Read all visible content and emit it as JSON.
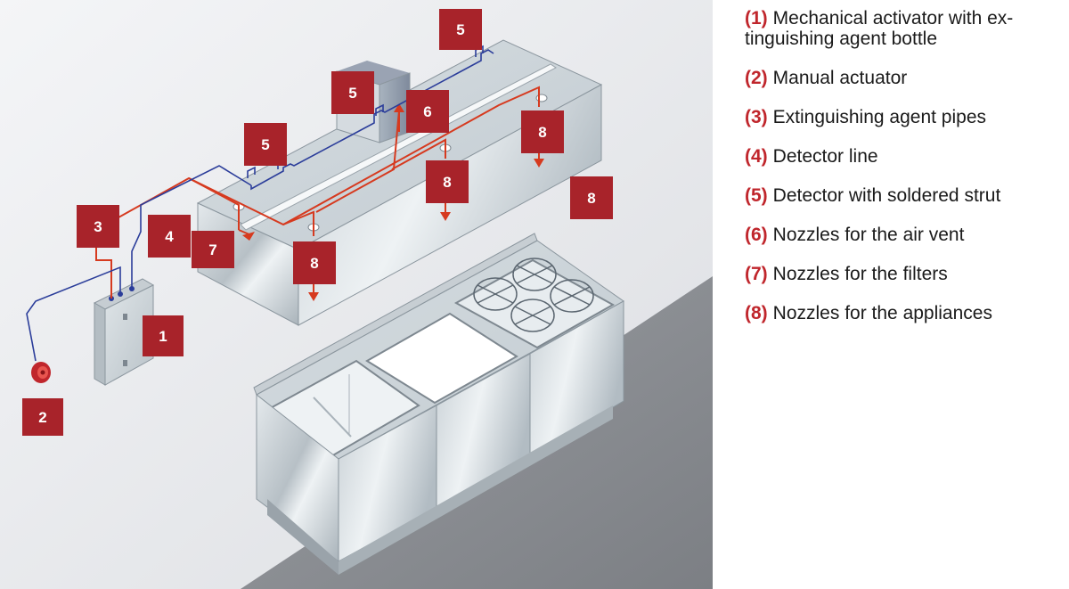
{
  "colors": {
    "marker_fill": "#a8232a",
    "legend_number": "#c0262c",
    "pipe_red": "#d63a1f",
    "pipe_blue": "#2b3d9a",
    "wall": "#e8e9ec",
    "floor": "#8c8f94",
    "steel": "#cfd6db"
  },
  "markers": {
    "m1": "1",
    "m2": "2",
    "m3": "3",
    "m4": "4",
    "m5a": "5",
    "m5b": "5",
    "m5c": "5",
    "m6": "6",
    "m7": "7",
    "m8a": "8",
    "m8b": "8",
    "m8c": "8",
    "m8d": "8"
  },
  "legend": [
    {
      "number": "(1)",
      "text": "Mechanical activator with ex-",
      "text2": "tinguishing agent bottle"
    },
    {
      "number": "(2)",
      "text": "Manual actuator"
    },
    {
      "number": "(3)",
      "text": "Extinguishing agent pipes"
    },
    {
      "number": "(4)",
      "text": "Detector line"
    },
    {
      "number": "(5)",
      "text": "Detector with soldered strut"
    },
    {
      "number": "(6)",
      "text": "Nozzles for the air vent"
    },
    {
      "number": "(7)",
      "text": "Nozzles for the filters"
    },
    {
      "number": "(8)",
      "text": "Nozzles for the appliances"
    }
  ]
}
